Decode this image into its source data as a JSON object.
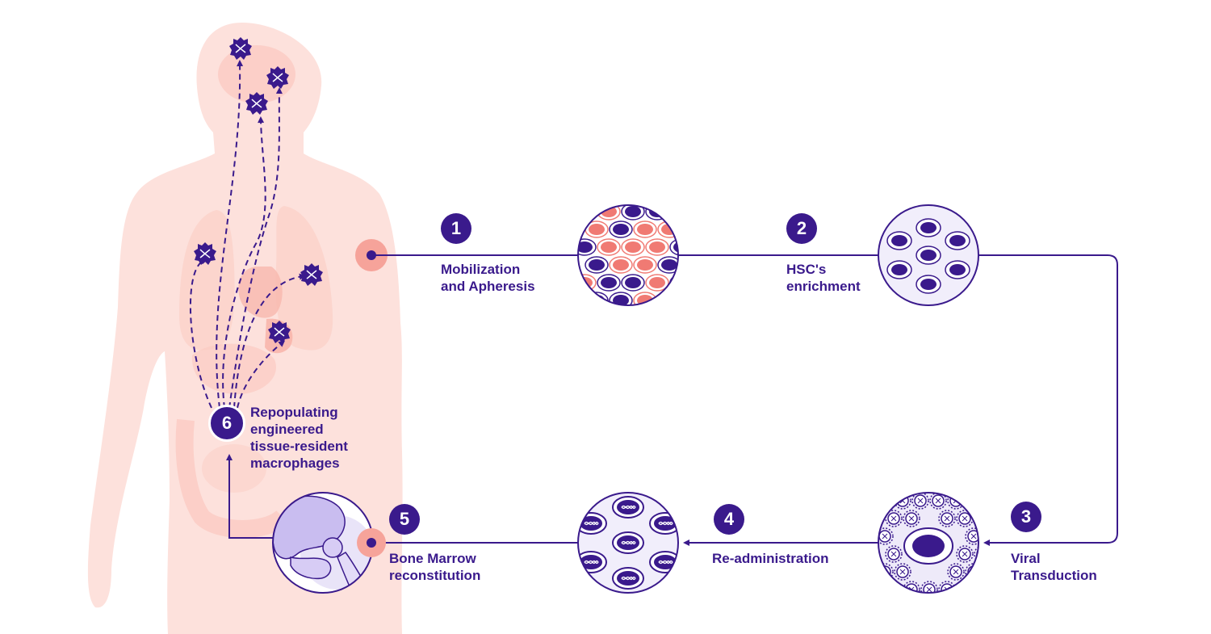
{
  "colors": {
    "primary": "#3a1a8c",
    "body_fill": "#fde1dc",
    "organ_fill": "#fbd0c8",
    "red_cell": "#f07a73",
    "marker": "#f6a39a"
  },
  "steps": [
    {
      "number": "1",
      "lines": [
        "Mobilization",
        "and Apheresis"
      ]
    },
    {
      "number": "2",
      "lines": [
        "HSC's",
        "enrichment"
      ]
    },
    {
      "number": "3",
      "lines": [
        "Viral",
        "Transduction"
      ]
    },
    {
      "number": "4",
      "lines": [
        "Re-administration"
      ]
    },
    {
      "number": "5",
      "lines": [
        "Bone Marrow",
        "reconstitution"
      ]
    },
    {
      "number": "6",
      "lines": [
        "Repopulating",
        "engineered",
        "tissue-resident",
        "macrophages"
      ]
    }
  ],
  "icons": [
    "human-body-silhouette",
    "blood-cells-icon",
    "hsc-cells-icon",
    "virus-transduced-cell-icon",
    "engineered-cells-icon",
    "pelvis-bone-icon",
    "macrophage-icon"
  ]
}
